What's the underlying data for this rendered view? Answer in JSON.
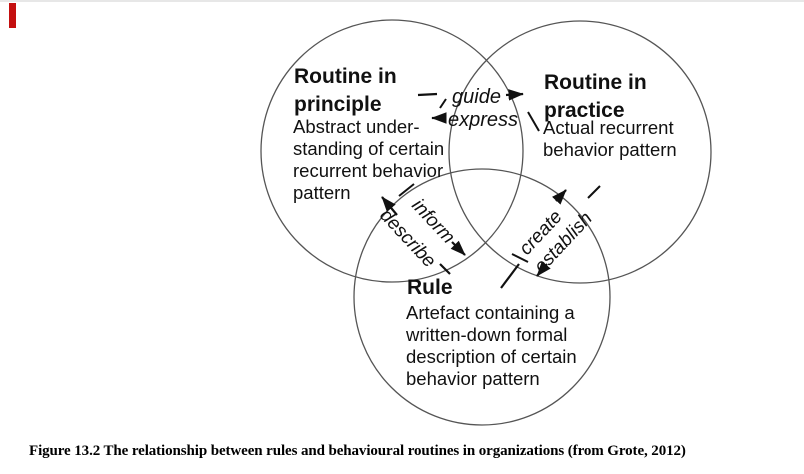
{
  "page": {
    "background": "#ffffff",
    "top_line_color": "#e7e7e7",
    "red_marker_color": "#c40f0f"
  },
  "diagram": {
    "stroke_color": "#555555",
    "arrow_color": "#111111",
    "circles": {
      "principle": {
        "title": "Routine in\nprinciple",
        "description": "Abstract under-\nstanding of certain\nrecurrent behavior\npattern"
      },
      "practice": {
        "title": "Routine in\npractice",
        "description": "Actual recurrent\nbehavior pattern"
      },
      "rule": {
        "title": "Rule",
        "description": "Artefact containing a\nwritten-down formal\ndescription of certain\nbehavior pattern"
      }
    },
    "relations": {
      "guide": "guide",
      "express": "express",
      "inform": "inform",
      "describe": "describe",
      "create": "create",
      "establish": "establish"
    }
  },
  "caption": "Figure 13.2 The relationship between rules and behavioural routines in organizations (from Grote, 2012)"
}
